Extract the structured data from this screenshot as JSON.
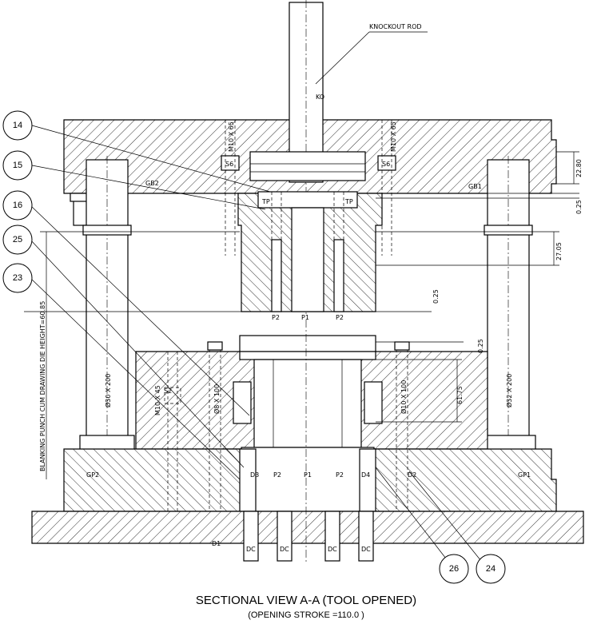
{
  "labels": {
    "knockout_rod": "KNOCKOUT ROD",
    "ko": "KO",
    "gb2": "GB2",
    "gb1": "GB1",
    "tp_left": "TP",
    "tp_right": "TP",
    "p1_top": "P1",
    "p2_top_left": "P2",
    "p2_top_right": "P2",
    "p1_bottom": "P1",
    "p2_bottom_left": "P2",
    "p2_bottom_right": "P2",
    "d1": "D1",
    "d2": "D2",
    "d3": "D3",
    "d4": "D4",
    "gp1": "GP1",
    "gp2": "GP2",
    "s6_left": "S6",
    "s6_right": "S6",
    "s2": "S2",
    "dc1": "DC",
    "dc2": "DC",
    "dc3": "DC",
    "dc4": "DC",
    "m10_65_left": "M10 X 65",
    "m10_65_right": "M10 X 65",
    "m10_45": "M10 X 45",
    "pin_left": "Ø8 X 100",
    "pin_right": "Ø10 X 100",
    "pillar_left": "Ø30 X 200",
    "pillar_right": "Ø32 X 200",
    "die_height": "BLANKING PUNCH CUM DRAWING DIE HEIGHT=60.85"
  },
  "dimensions": {
    "d_22_80": "22.80",
    "d_0_25_a": "0.25",
    "d_27_05": "27.05",
    "d_0_25_b": "0.25",
    "d_0_25_c": "0.25",
    "d_61_75": "61.75"
  },
  "bubbles": {
    "b14": "14",
    "b15": "15",
    "b16": "16",
    "b25": "25",
    "b23": "23",
    "b26": "26",
    "b24": "24"
  },
  "caption": {
    "title": "SECTIONAL VIEW A-A (TOOL OPENED)",
    "subtitle": "(OPENING STROKE =110.0 )"
  }
}
